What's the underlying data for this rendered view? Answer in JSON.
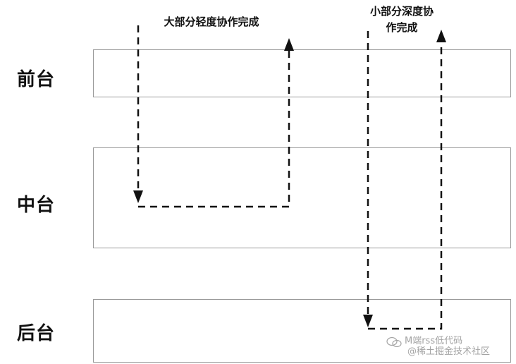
{
  "layers": {
    "front": "前台",
    "middle": "中台",
    "back": "后台"
  },
  "flows": {
    "light": {
      "label": "大部分轻度协作完成"
    },
    "deep": {
      "label_line1": "小部分深度协",
      "label_line2": "作完成"
    }
  },
  "watermark": {
    "line1": "M端rss低代码",
    "line2": "@稀土掘金技术社区",
    "icon": "wechat-icon"
  },
  "colors": {
    "box_border": "#9a9a9a",
    "arrow": "#111111",
    "text": "#111111",
    "watermark": "#9a9a9a"
  }
}
